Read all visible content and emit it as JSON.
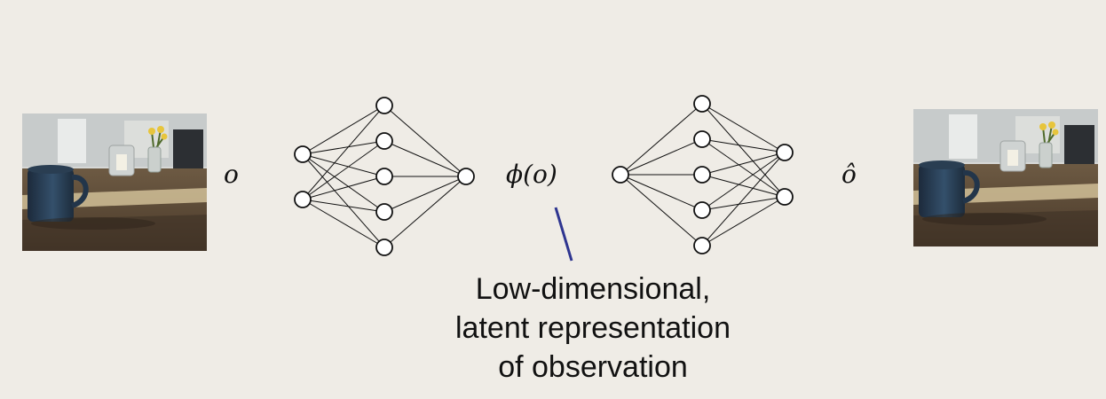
{
  "labels": {
    "input": "o",
    "latent": "ϕ(o)",
    "output": "ô"
  },
  "caption": {
    "line1": "Low-dimensional,",
    "line2": "latent representation",
    "line3": "of observation"
  },
  "colors": {
    "background": "#efece6",
    "stroke": "#111111",
    "pointer": "#2e3590"
  },
  "icons": {
    "input_image": "mug-on-table-photo",
    "output_image": "mug-on-table-photo"
  }
}
